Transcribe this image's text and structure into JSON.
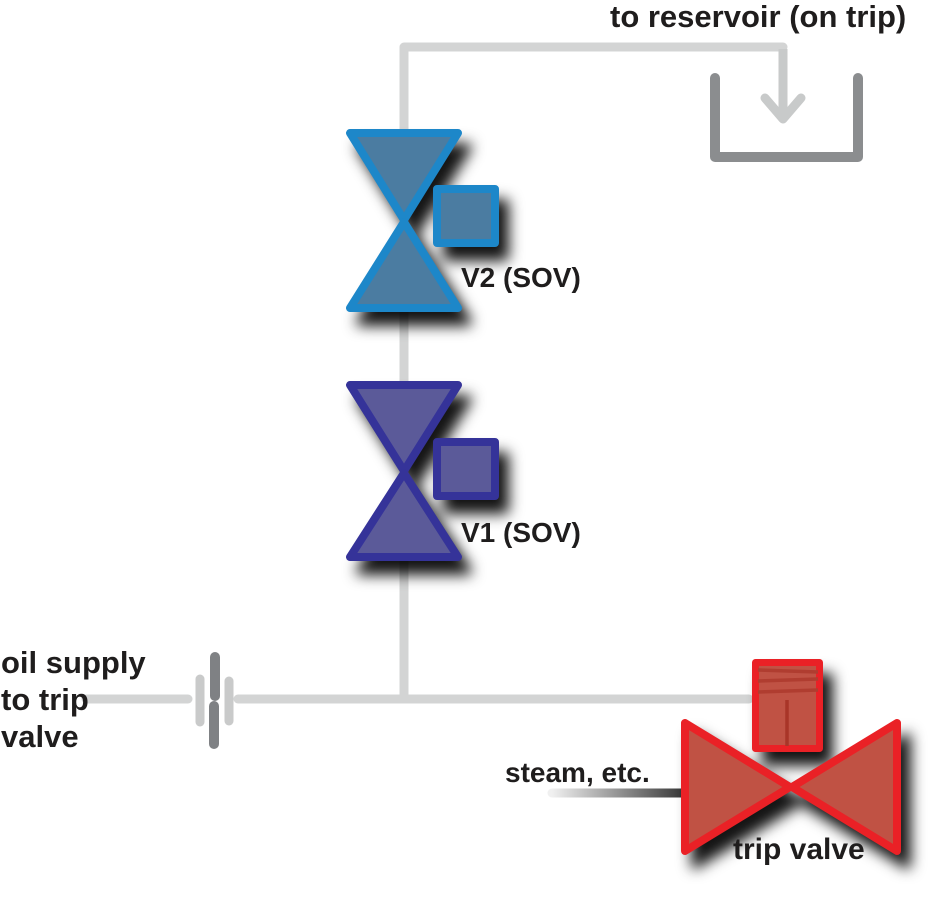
{
  "diagram": {
    "labels": {
      "to_reservoir": "to reservoir (on trip)",
      "v2": "V2 (SOV)",
      "v1": "V1 (SOV)",
      "oil_supply": "oil supply\nto trip\nvalve",
      "steam": "steam, etc.",
      "trip_valve": "trip valve"
    },
    "colors": {
      "pipe": "#d3d4d4",
      "arrow": "#c8caca",
      "reservoir": "#8b8d8f",
      "orifice_light": "#c9caca",
      "orifice_dark": "#7f8184",
      "v2_stroke": "#1d87c9",
      "v2_fill": "#4b7ca1",
      "v1_stroke": "#353399",
      "v1_fill": "#5b5a99",
      "trip_stroke": "#ea2126",
      "trip_fill": "#c05244",
      "trip_stripe": "#b03d30",
      "trip_stem": "#a93528",
      "steam_grad_start": "#f0f0f0",
      "steam_grad_end": "#373737",
      "text": "#1f1d1d"
    }
  }
}
